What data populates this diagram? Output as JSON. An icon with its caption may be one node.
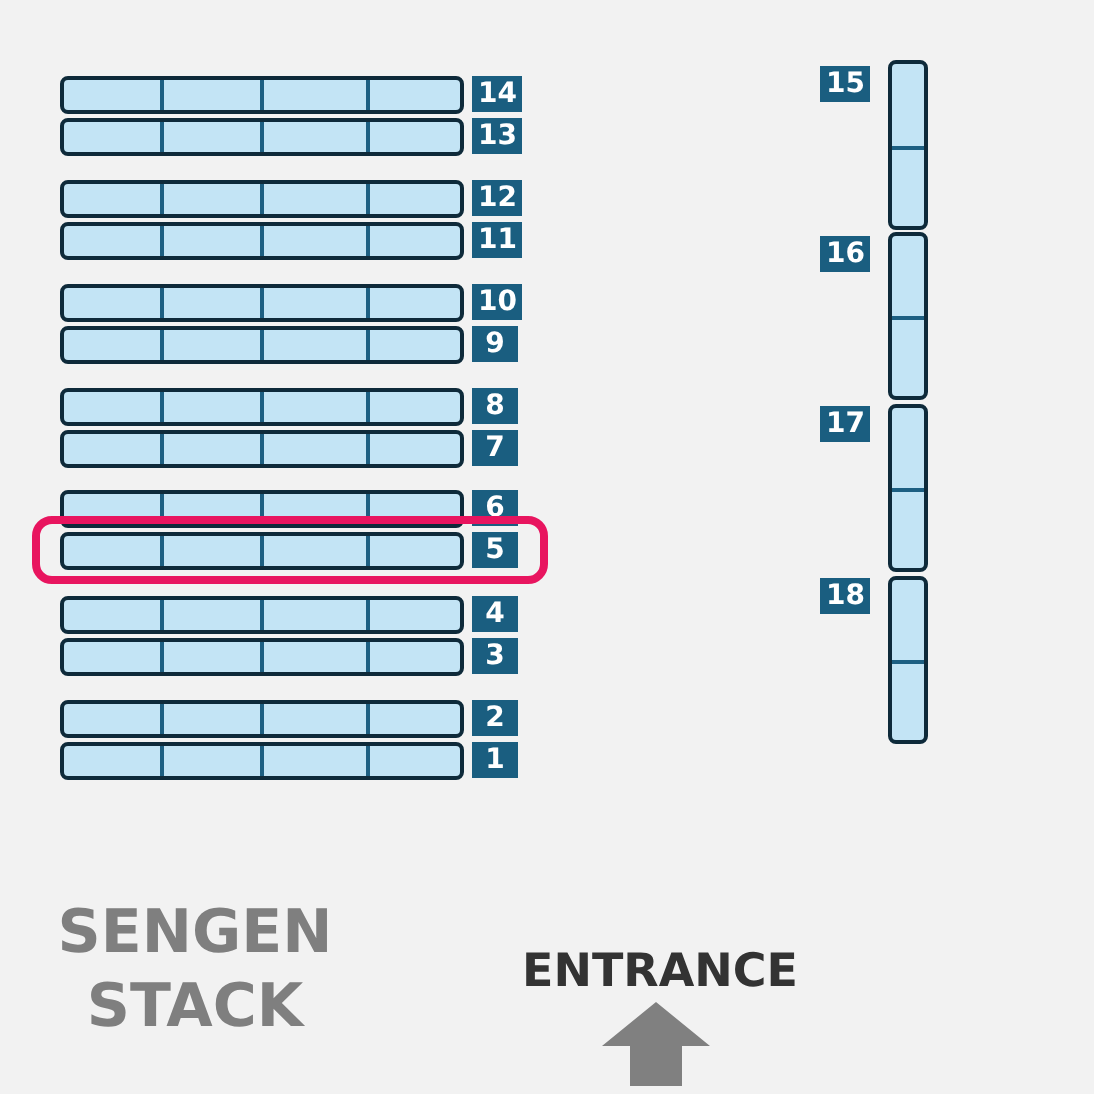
{
  "diagram": {
    "nodes": [
      {
        "text": [
          "14"
        ]
      },
      {
        "text": [
          "13"
        ]
      },
      {
        "text": [
          "12"
        ]
      },
      {
        "text": [
          "11"
        ]
      },
      {
        "text": [
          "10"
        ]
      },
      {
        "text": [
          "9"
        ]
      },
      {
        "text": [
          "8"
        ]
      },
      {
        "text": [
          "7"
        ]
      },
      {
        "text": [
          "6"
        ]
      },
      {
        "text": [
          "5"
        ]
      },
      {
        "text": [
          "4"
        ]
      },
      {
        "text": [
          "3"
        ]
      },
      {
        "text": [
          "2"
        ]
      },
      {
        "text": [
          "1"
        ]
      },
      {
        "text": [
          "15"
        ]
      },
      {
        "text": [
          "16"
        ]
      },
      {
        "text": [
          "17"
        ]
      },
      {
        "text": [
          "18"
        ]
      }
    ],
    "labels": [
      "SENGEN STACK",
      "ENTRANCE"
    ]
  }
}
